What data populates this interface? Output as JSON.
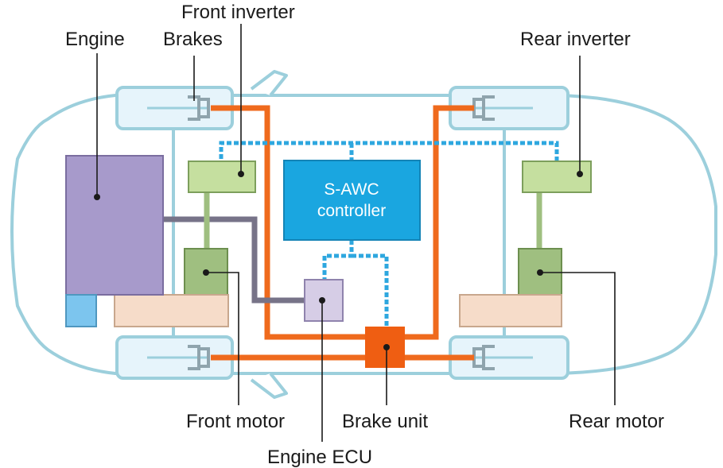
{
  "labels": {
    "front_inverter": "Front inverter",
    "engine": "Engine",
    "brakes": "Brakes",
    "rear_inverter": "Rear inverter",
    "front_motor": "Front motor",
    "brake_unit": "Brake unit",
    "rear_motor": "Rear motor",
    "engine_ecu": "Engine ECU"
  },
  "controller": {
    "line1": "S-AWC",
    "line2": "controller"
  },
  "colors": {
    "body_outline": "#9ccfdc",
    "wheel_fill": "#e6f4fb",
    "brake_line": "#ef6a1d",
    "signal_line": "#2ea7df",
    "inverter_fill": "#c5df9f",
    "motor_fill": "#9fbf80",
    "engine_fill": "#a79acb",
    "controller_fill": "#1aa6e0",
    "ecu_fill": "#d6cde6",
    "battery_fill": "#f6dcc9",
    "shaft": "#777388"
  }
}
